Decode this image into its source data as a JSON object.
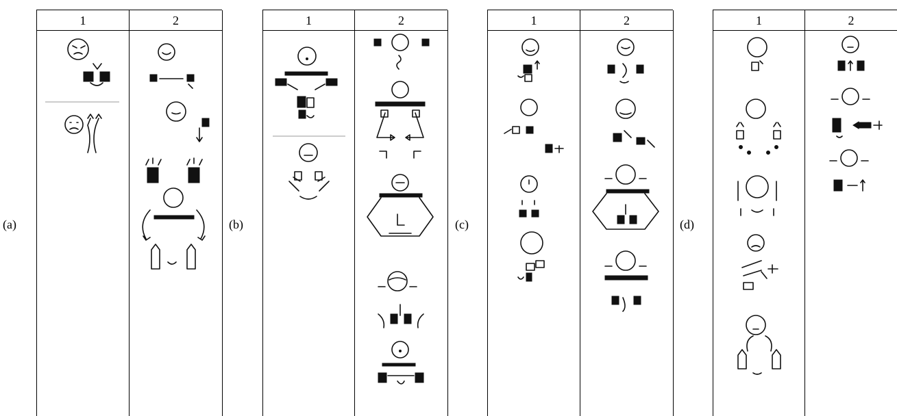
{
  "panels": [
    {
      "label": "(a)",
      "col1_header": "1",
      "col2_header": "2"
    },
    {
      "label": "(b)",
      "col1_header": "1",
      "col2_header": "2"
    },
    {
      "label": "(c)",
      "col1_header": "1",
      "col2_header": "2"
    },
    {
      "label": "(d)",
      "col1_header": "1",
      "col2_header": "2"
    }
  ]
}
